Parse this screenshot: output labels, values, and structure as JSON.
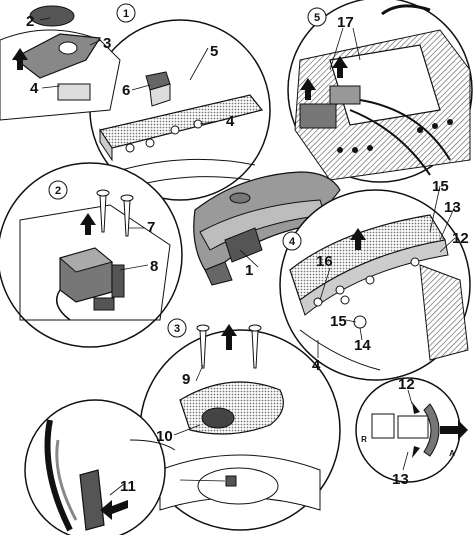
{
  "callouts": {
    "c1": "1",
    "c2": "2",
    "c3": "3",
    "c4a": "4",
    "c4b": "4",
    "c4c": "4",
    "c5": "5",
    "c6": "6",
    "c7": "7",
    "c8": "8",
    "c9": "9",
    "c10": "10",
    "c11": "11",
    "c12a": "12",
    "c12b": "12",
    "c13a": "13",
    "c13b": "13",
    "c14": "14",
    "c15a": "15",
    "c15b": "15",
    "c16": "16",
    "c17": "17"
  },
  "steps": {
    "s1": "1",
    "s2": "2",
    "s3": "3",
    "s4": "4",
    "s5": "5"
  },
  "detail_letters": {
    "r": "R",
    "a": "A"
  },
  "colors": {
    "ink": "#111111",
    "shade": "#8a8a8a",
    "paper": "#ffffff"
  }
}
